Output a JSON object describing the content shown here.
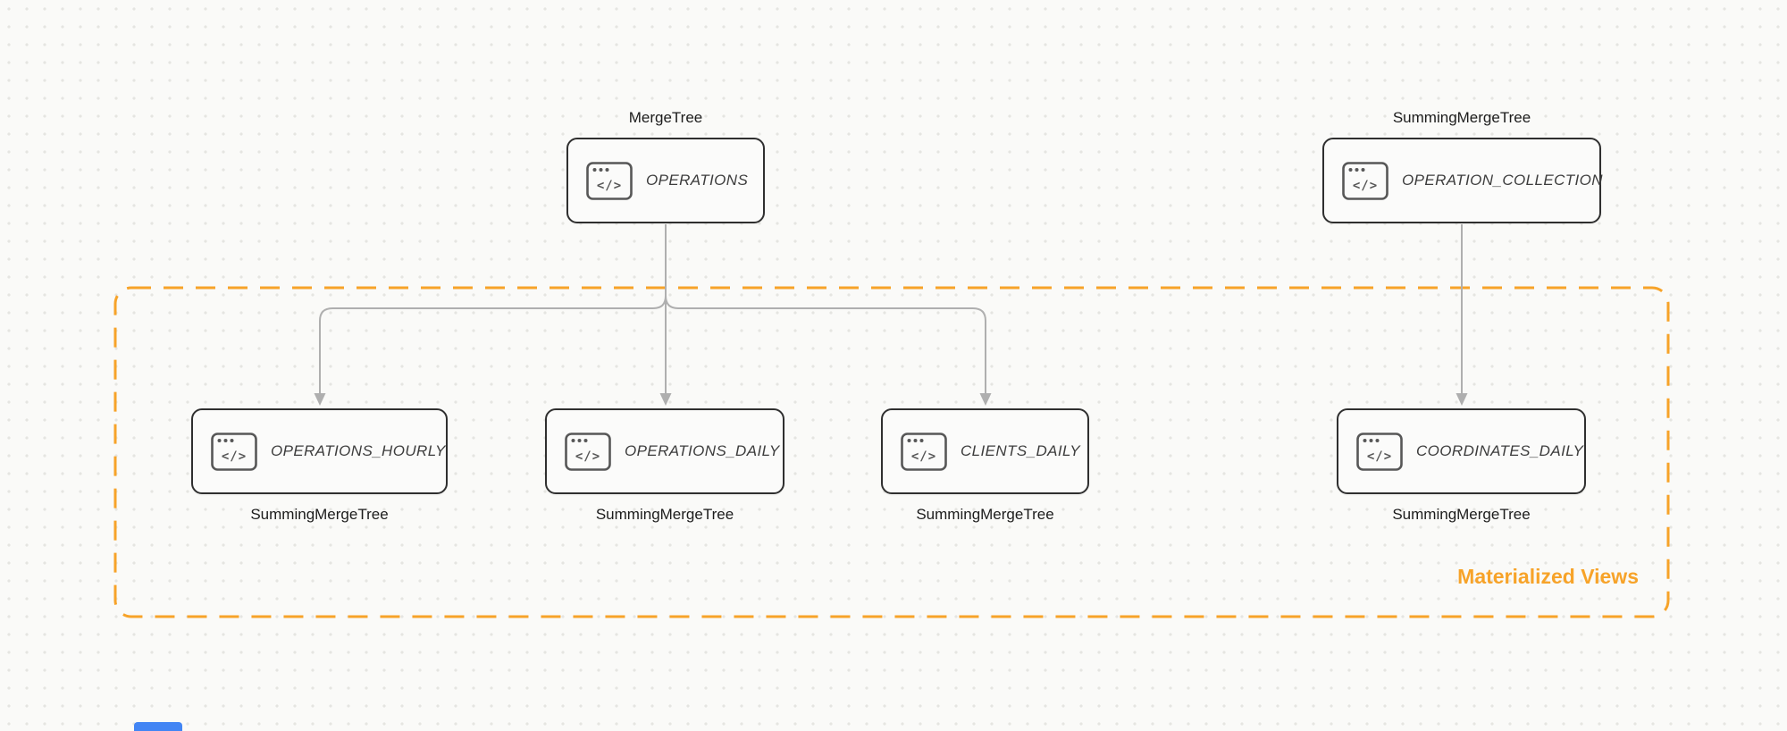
{
  "colors": {
    "canvas_bg": "#FAFAF8",
    "dot": "#E5E5E1",
    "accent_orange": "#F7A329",
    "node_border": "#2F2F2F",
    "node_bg": "#FBFBFA",
    "node_label": "#3D3D3D",
    "engine_label": "#1C1C1C",
    "arrow": "#AFAFAF",
    "icon": "#575757",
    "partial_blue": "#4285F4"
  },
  "group": {
    "label": "Materialized Views"
  },
  "icons": {
    "code_window_glyph": "</>"
  },
  "nodes": {
    "operations": {
      "label": "OPERATIONS",
      "engine": "MergeTree"
    },
    "operation_collection": {
      "label": "OPERATION_COLLECTION",
      "engine": "SummingMergeTree"
    },
    "operations_hourly": {
      "label": "OPERATIONS_HOURLY",
      "engine": "SummingMergeTree"
    },
    "operations_daily": {
      "label": "OPERATIONS_DAILY",
      "engine": "SummingMergeTree"
    },
    "clients_daily": {
      "label": "CLIENTS_DAILY",
      "engine": "SummingMergeTree"
    },
    "coordinates_daily": {
      "label": "COORDINATES_DAILY",
      "engine": "SummingMergeTree"
    }
  },
  "edges": [
    {
      "from": "operations",
      "to": "operations_hourly"
    },
    {
      "from": "operations",
      "to": "operations_daily"
    },
    {
      "from": "operations",
      "to": "clients_daily"
    },
    {
      "from": "operation_collection",
      "to": "coordinates_daily"
    }
  ]
}
